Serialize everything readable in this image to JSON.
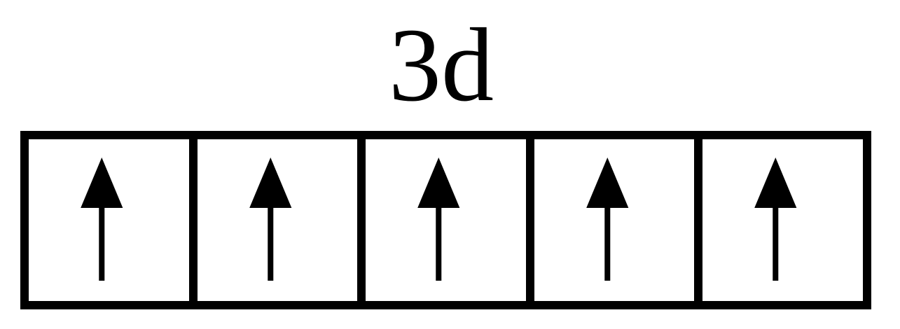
{
  "label": "3d",
  "orbitals": [
    {
      "electrons": [
        "up"
      ]
    },
    {
      "electrons": [
        "up"
      ]
    },
    {
      "electrons": [
        "up"
      ]
    },
    {
      "electrons": [
        "up"
      ]
    },
    {
      "electrons": [
        "up"
      ]
    }
  ],
  "colors": {
    "stroke": "#000000",
    "background": "#ffffff"
  }
}
